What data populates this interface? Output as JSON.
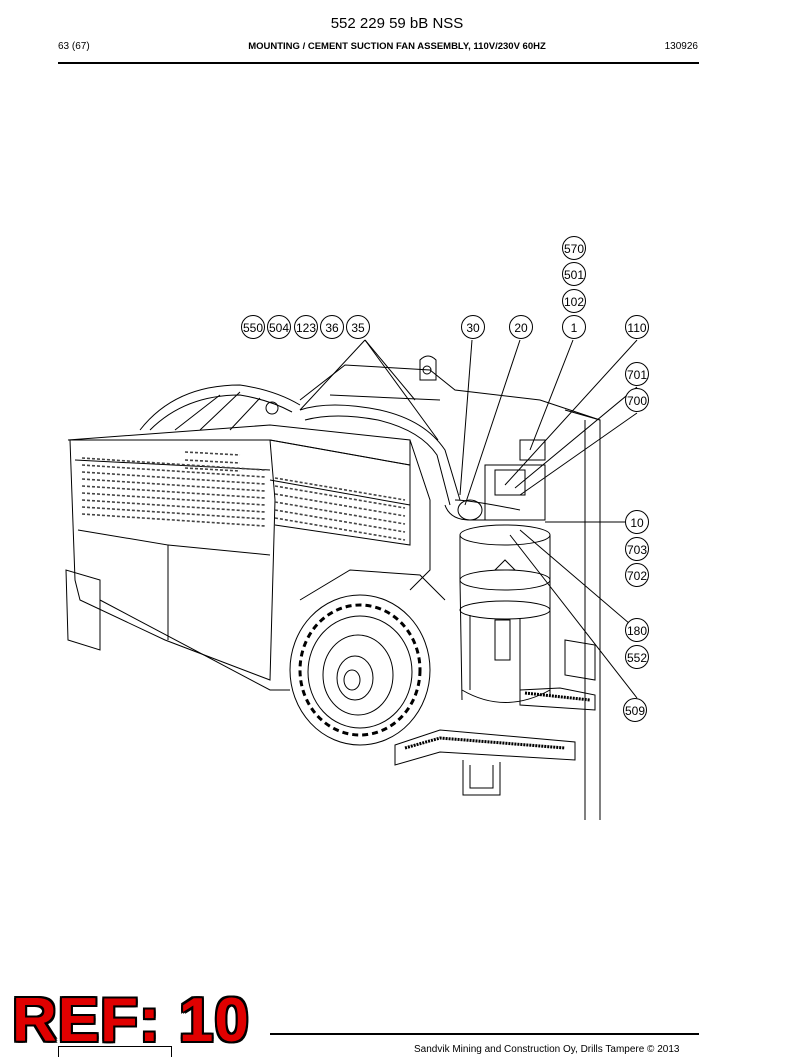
{
  "header": {
    "doc_number": "552 229 59 bB NSS",
    "page": "63 (67)",
    "section_title": "MOUNTING / CEMENT SUCTION FAN ASSEMBLY, 110V/230V 60HZ",
    "date_code": "130926"
  },
  "balloons": {
    "b550": "550",
    "b504": "504",
    "b123": "123",
    "b36": "36",
    "b35": "35",
    "b30": "30",
    "b20": "20",
    "b1": "1",
    "b110": "110",
    "b570": "570",
    "b501": "501",
    "b102": "102",
    "b701": "701",
    "b700": "700",
    "b10": "10",
    "b703": "703",
    "b702": "702",
    "b180": "180",
    "b552": "552",
    "b509": "509"
  },
  "stamp": {
    "text": "REF: 10"
  },
  "footer": {
    "copyright": "Sandvik Mining and Construction Oy, Drills Tampere © 2013"
  }
}
